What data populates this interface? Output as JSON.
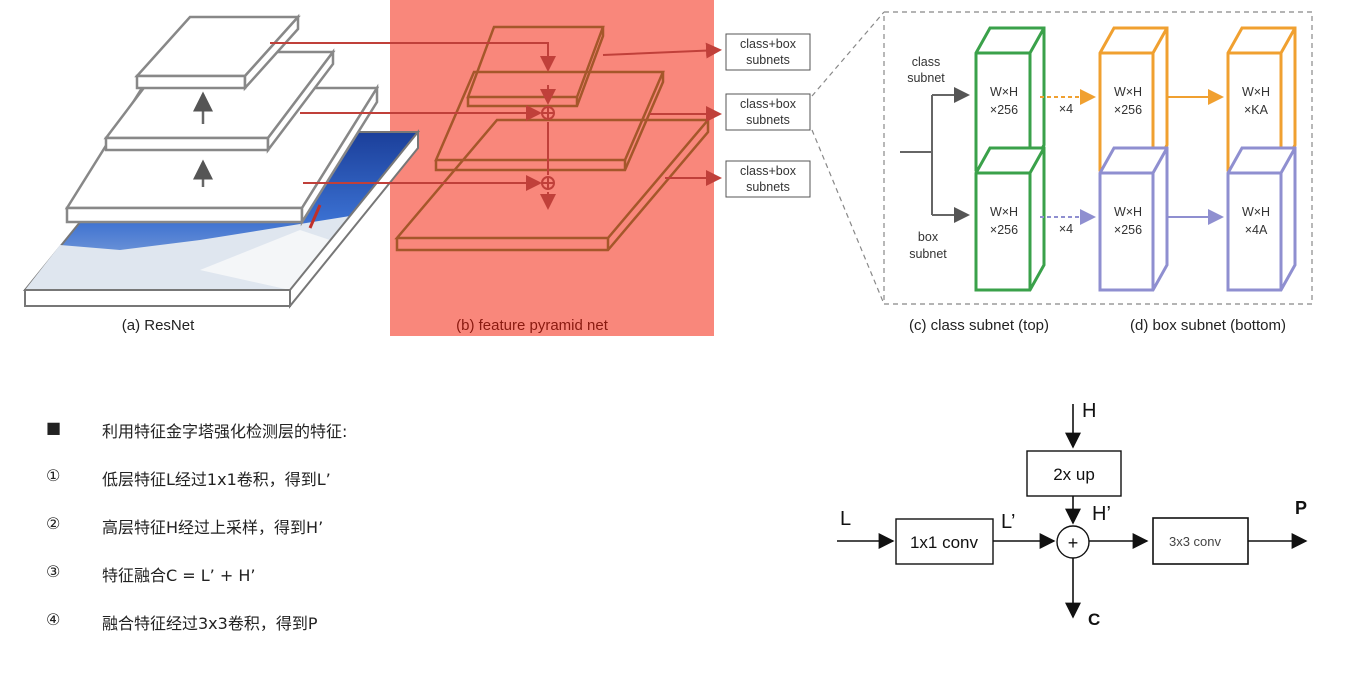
{
  "figure": {
    "resnet_caption": "(a) ResNet",
    "fpn_caption": "(b) feature pyramid net",
    "class_subnet_caption": "(c) class subnet (top)",
    "box_subnet_caption": "(d) box subnet (bottom)",
    "subnet_box_line1": "class+box",
    "subnet_box_line2": "subnets",
    "class_label_line1": "class",
    "class_label_line2": "subnet",
    "box_label_line1": "box",
    "box_label_line2": "subnet",
    "whxx": "W×H",
    "c256": "×256",
    "cKA": "×KA",
    "c4A": "×4A",
    "times4": "×4",
    "colors": {
      "fpn_bg": "#f9877b",
      "fpn_line": "#a5572a",
      "arrow": "#c0403a",
      "class_green": "#3aa14a",
      "orange": "#f0a030",
      "blue": "#8f8fd0"
    }
  },
  "bullets": [
    {
      "mark": "■",
      "text": "利用特征金字塔强化检测层的特征:"
    },
    {
      "mark": "①",
      "text": "低层特征L经过1x1卷积，得到L’"
    },
    {
      "mark": "②",
      "text": "高层特征H经过上采样，得到H’"
    },
    {
      "mark": "③",
      "text": "特征融合C = L’ + H’"
    },
    {
      "mark": "④",
      "text": "融合特征经过3x3卷积，得到P"
    }
  ],
  "flow": {
    "H": "H",
    "L": "L",
    "Lp": "L’",
    "Hp": "H’",
    "P": "P",
    "C": "C",
    "up_box": "2x up",
    "conv1_box": "1x1 conv",
    "conv3_box": "3x3 conv",
    "plus": "+"
  }
}
